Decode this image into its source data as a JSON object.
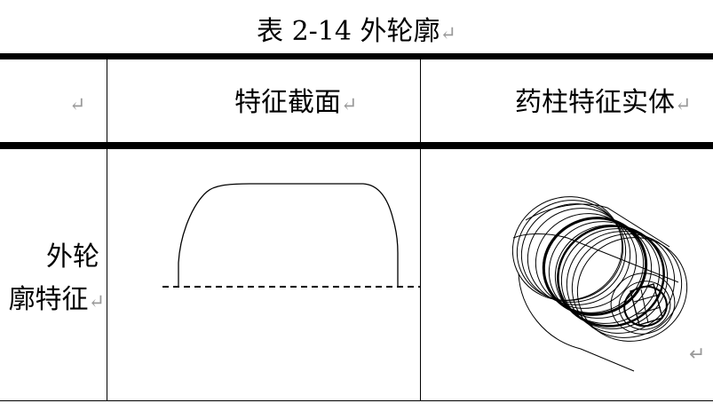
{
  "caption": {
    "text": "表 2-14  外轮廓",
    "mark": "↵"
  },
  "table": {
    "header": {
      "col1_mark": "↵",
      "col2": "特征截面",
      "col2_mark": "↵",
      "col3": "药柱特征实体",
      "col3_mark": "↵"
    },
    "rows": [
      {
        "label_line1": "外轮",
        "label_line2": "廓特征",
        "label_mark": "↵",
        "cell3_mark": "↵"
      }
    ]
  },
  "colors": {
    "text": "#000000",
    "paragraph_mark": "#9a9a9a",
    "rule": "#000000"
  }
}
